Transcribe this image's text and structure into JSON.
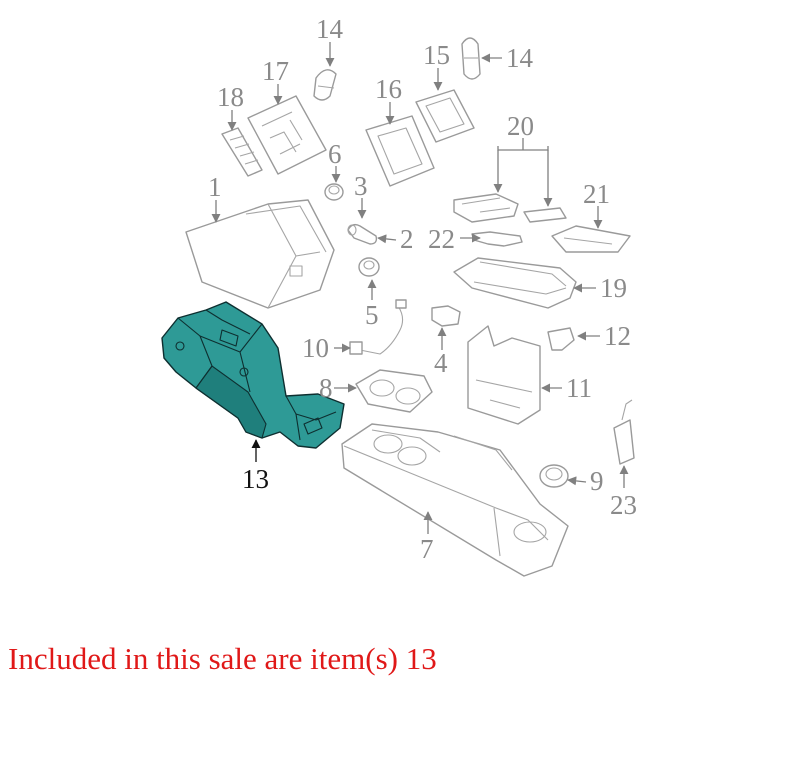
{
  "diagram": {
    "callouts": {
      "c1": "1",
      "c2": "2",
      "c3": "3",
      "c4": "4",
      "c5": "5",
      "c6": "6",
      "c7": "7",
      "c8": "8",
      "c9": "9",
      "c10": "10",
      "c11": "11",
      "c12": "12",
      "c13": "13",
      "c14a": "14",
      "c14b": "14",
      "c15": "15",
      "c16": "16",
      "c17": "17",
      "c18": "18",
      "c19": "19",
      "c20": "20",
      "c21": "21",
      "c22": "22",
      "c23": "23"
    },
    "highlight_color": "#2e9a96",
    "part_outline_color": "#9a9a9a"
  },
  "caption": {
    "text": "Included in this sale are item(s) 13",
    "color": "#e01818"
  }
}
